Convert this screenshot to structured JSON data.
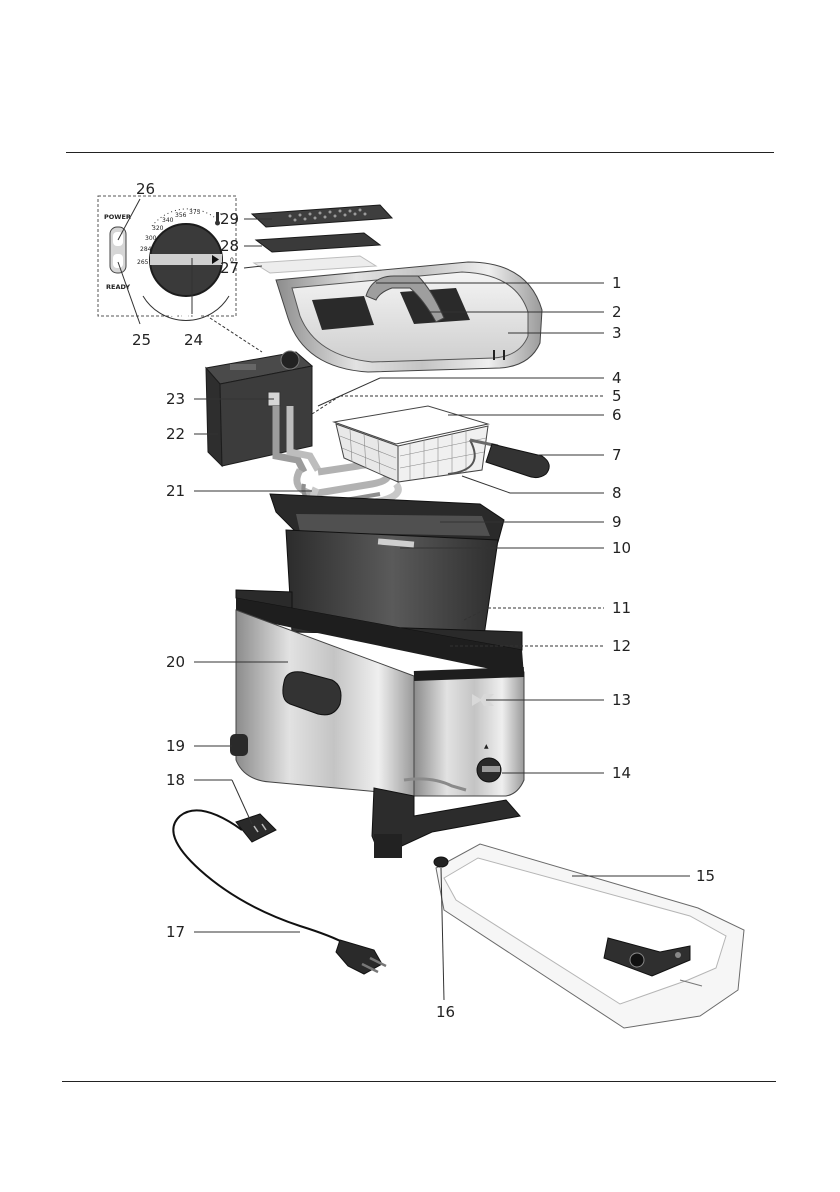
{
  "panel": {
    "power_label": "POWER",
    "ready_label": "READY",
    "dial_ticks": [
      "265",
      "284",
      "300",
      "320",
      "340",
      "356",
      "375"
    ],
    "dial_off": "0",
    "thermometer_icon": "thermometer-icon"
  },
  "callouts": [
    "1",
    "2",
    "3",
    "4",
    "5",
    "6",
    "7",
    "8",
    "9",
    "10",
    "11",
    "12",
    "13",
    "14",
    "15",
    "16",
    "17",
    "18",
    "19",
    "20",
    "21",
    "22",
    "23",
    "24",
    "25",
    "26",
    "27",
    "28",
    "29"
  ],
  "colors": {
    "ink": "#222222",
    "steel": "#b8b8b8",
    "dark_plastic": "#3a3a3a"
  }
}
